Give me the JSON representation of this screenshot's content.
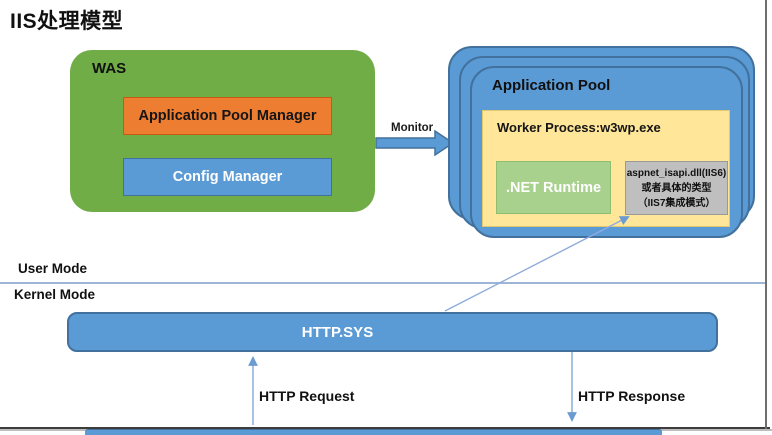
{
  "title": "IIS处理模型",
  "was": {
    "label": "WAS",
    "app_pool_manager_label": "Application Pool Manager",
    "config_manager_label": "Config Manager"
  },
  "monitor": {
    "label": "Monitor"
  },
  "app_pool": {
    "label": "Application Pool",
    "worker_process_label": "Worker Process:w3wp.exe",
    "net_runtime_label": ".NET Runtime",
    "isapi_box": {
      "line1": "aspnet_isapi.dll(IIS6)",
      "line2": "或者具体的类型",
      "line3": "（IIS7集成模式）"
    }
  },
  "separator": {
    "user_mode_label": "User Mode",
    "kernel_mode_label": "Kernel Mode"
  },
  "http_sys": {
    "label": "HTTP.SYS"
  },
  "flows": {
    "request_label": "HTTP Request",
    "response_label": "HTTP Response"
  },
  "colors": {
    "green": "#70AD47",
    "orange": "#ED7D31",
    "blue": "#5B9BD5",
    "blue_border": "#41719C",
    "yellow": "#FFE699",
    "light_green": "#A9D18E",
    "gray_box": "#BFBFBF",
    "connector_blue": "#7FA8D8"
  }
}
